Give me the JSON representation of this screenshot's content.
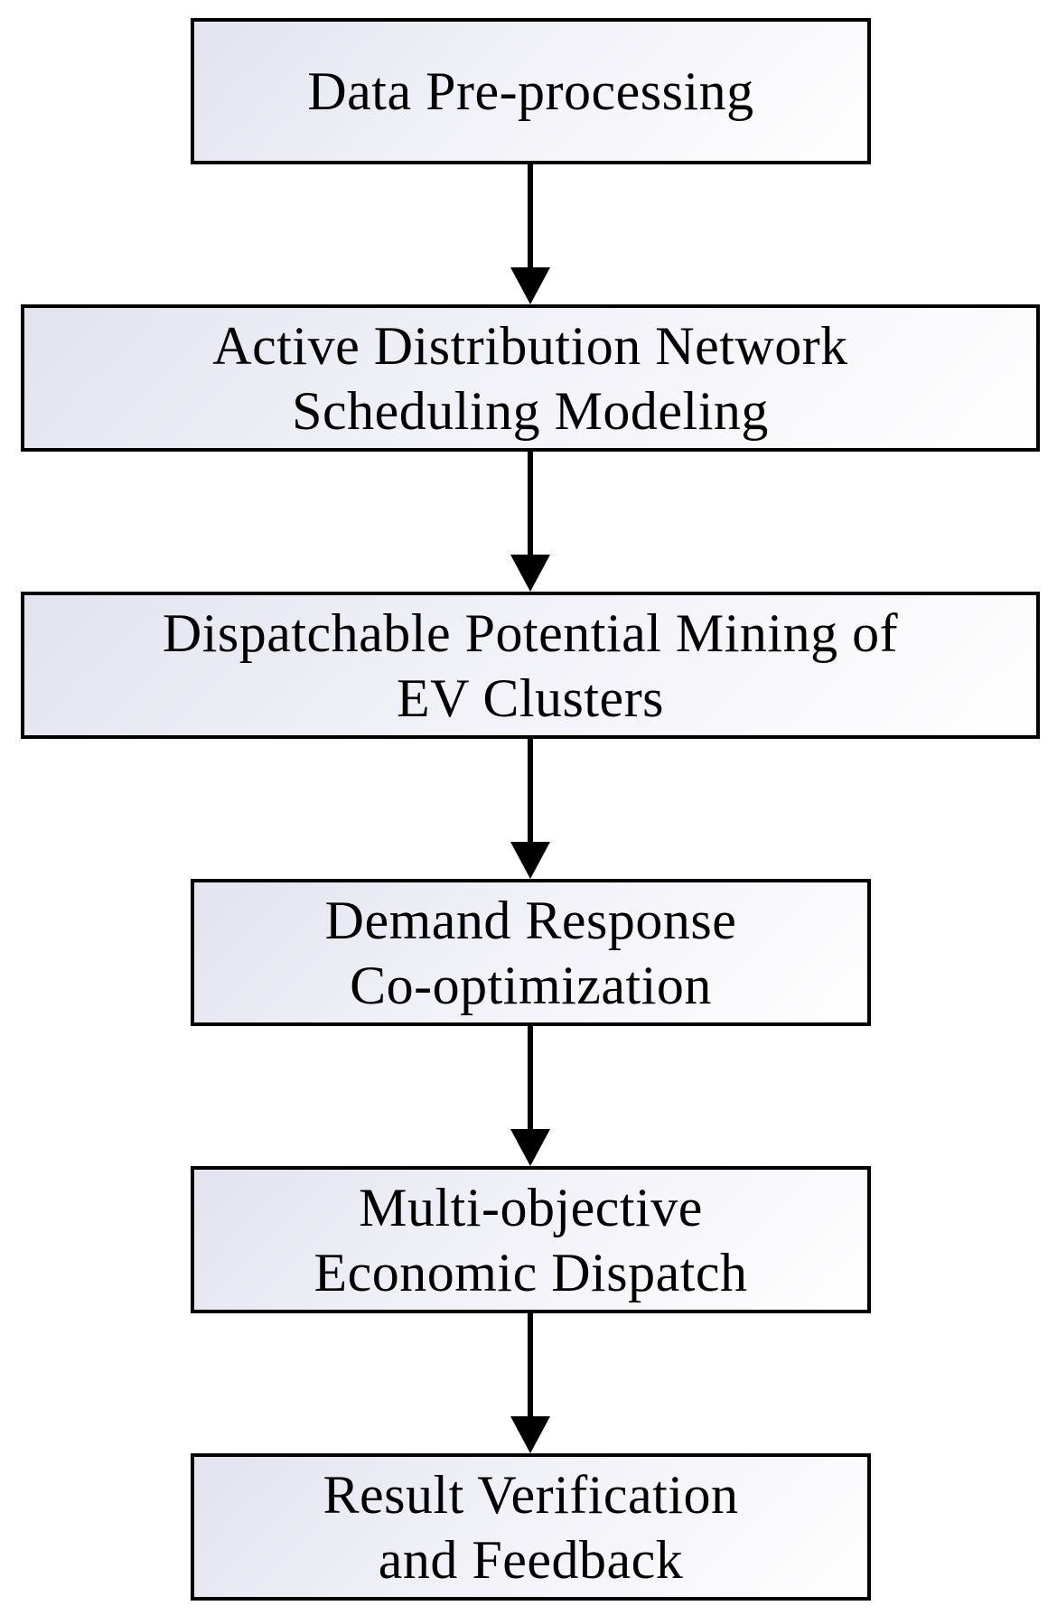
{
  "diagram": {
    "type": "flowchart",
    "direction": "top-to-bottom",
    "steps": [
      {
        "lines": [
          "Data Pre-processing"
        ]
      },
      {
        "lines": [
          "Active Distribution Network",
          "Scheduling Modeling"
        ]
      },
      {
        "lines": [
          "Dispatchable Potential Mining of",
          "EV Clusters"
        ]
      },
      {
        "lines": [
          "Demand Response",
          "Co-optimization"
        ]
      },
      {
        "lines": [
          "Multi-objective",
          "Economic Dispatch"
        ]
      },
      {
        "lines": [
          "Result Verification",
          "and Feedback"
        ]
      }
    ],
    "colors": {
      "border": "#000000",
      "fill_start": "#e3e3ef",
      "fill_end": "#ffffff",
      "arrow": "#000000"
    }
  }
}
